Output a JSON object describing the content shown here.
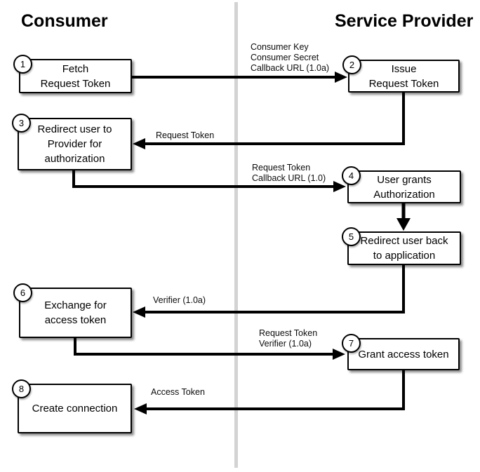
{
  "diagram": {
    "lanes": {
      "left_title": "Consumer",
      "right_title": "Service Provider"
    },
    "nodes": [
      {
        "number": "1",
        "label": "Fetch\nRequest Token"
      },
      {
        "number": "2",
        "label": "Issue\nRequest Token"
      },
      {
        "number": "3",
        "label": "Redirect user to\nProvider for\nauthorization"
      },
      {
        "number": "4",
        "label": "User grants\nAuthorization"
      },
      {
        "number": "5",
        "label": "Redirect user back\nto application"
      },
      {
        "number": "6",
        "label": "Exchange for\naccess token"
      },
      {
        "number": "7",
        "label": "Grant access token"
      },
      {
        "number": "8",
        "label": "Create connection"
      }
    ],
    "edges": [
      {
        "from": "1",
        "to": "2",
        "label": "Consumer Key\nConsumer Secret\nCallback URL (1.0a)"
      },
      {
        "from": "2",
        "to": "3",
        "label": "Request Token"
      },
      {
        "from": "3",
        "to": "4",
        "label": "Request Token\nCallback URL (1.0)"
      },
      {
        "from": "4",
        "to": "5",
        "label": ""
      },
      {
        "from": "5",
        "to": "6",
        "label": "Verifier (1.0a)"
      },
      {
        "from": "6",
        "to": "7",
        "label": "Request Token\nVerifier (1.0a)"
      },
      {
        "from": "7",
        "to": "8",
        "label": "Access Token"
      }
    ],
    "colors": {
      "line": "#000000",
      "box_fill": "#ffffff",
      "box_border": "#000000",
      "divider": "#d3d3d3",
      "background": "#ffffff"
    }
  }
}
